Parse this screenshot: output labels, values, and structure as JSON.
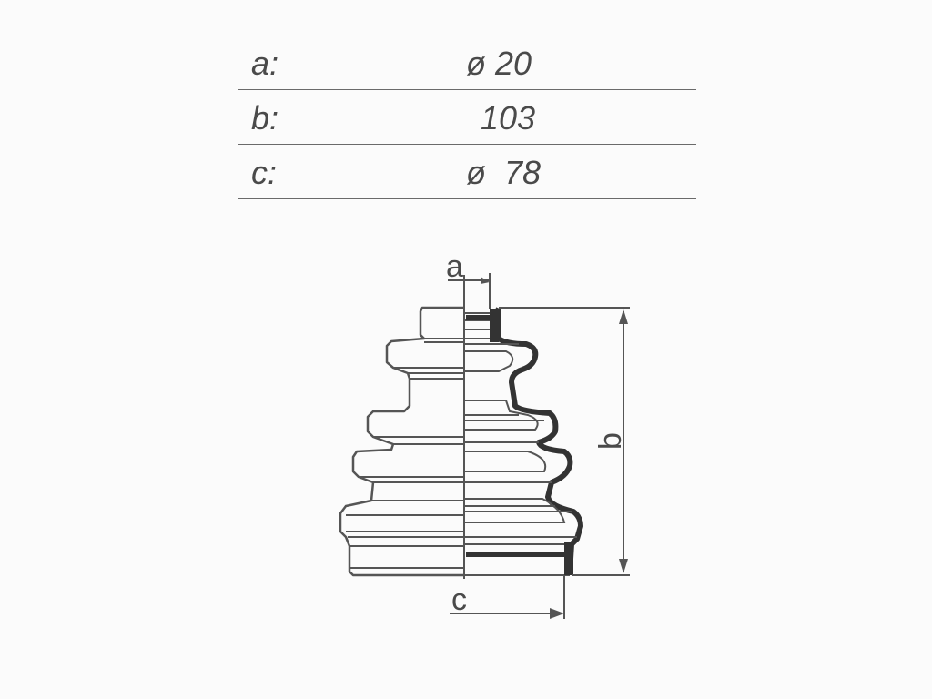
{
  "dimensions": [
    {
      "key": "a:",
      "value": "ø 20"
    },
    {
      "key": "b:",
      "value": "103"
    },
    {
      "key": "c:",
      "value": "ø  78"
    }
  ],
  "diagram": {
    "label_a": "a",
    "label_b": "b",
    "label_c": "c",
    "line_color": "#555555",
    "section_color": "#333333"
  }
}
